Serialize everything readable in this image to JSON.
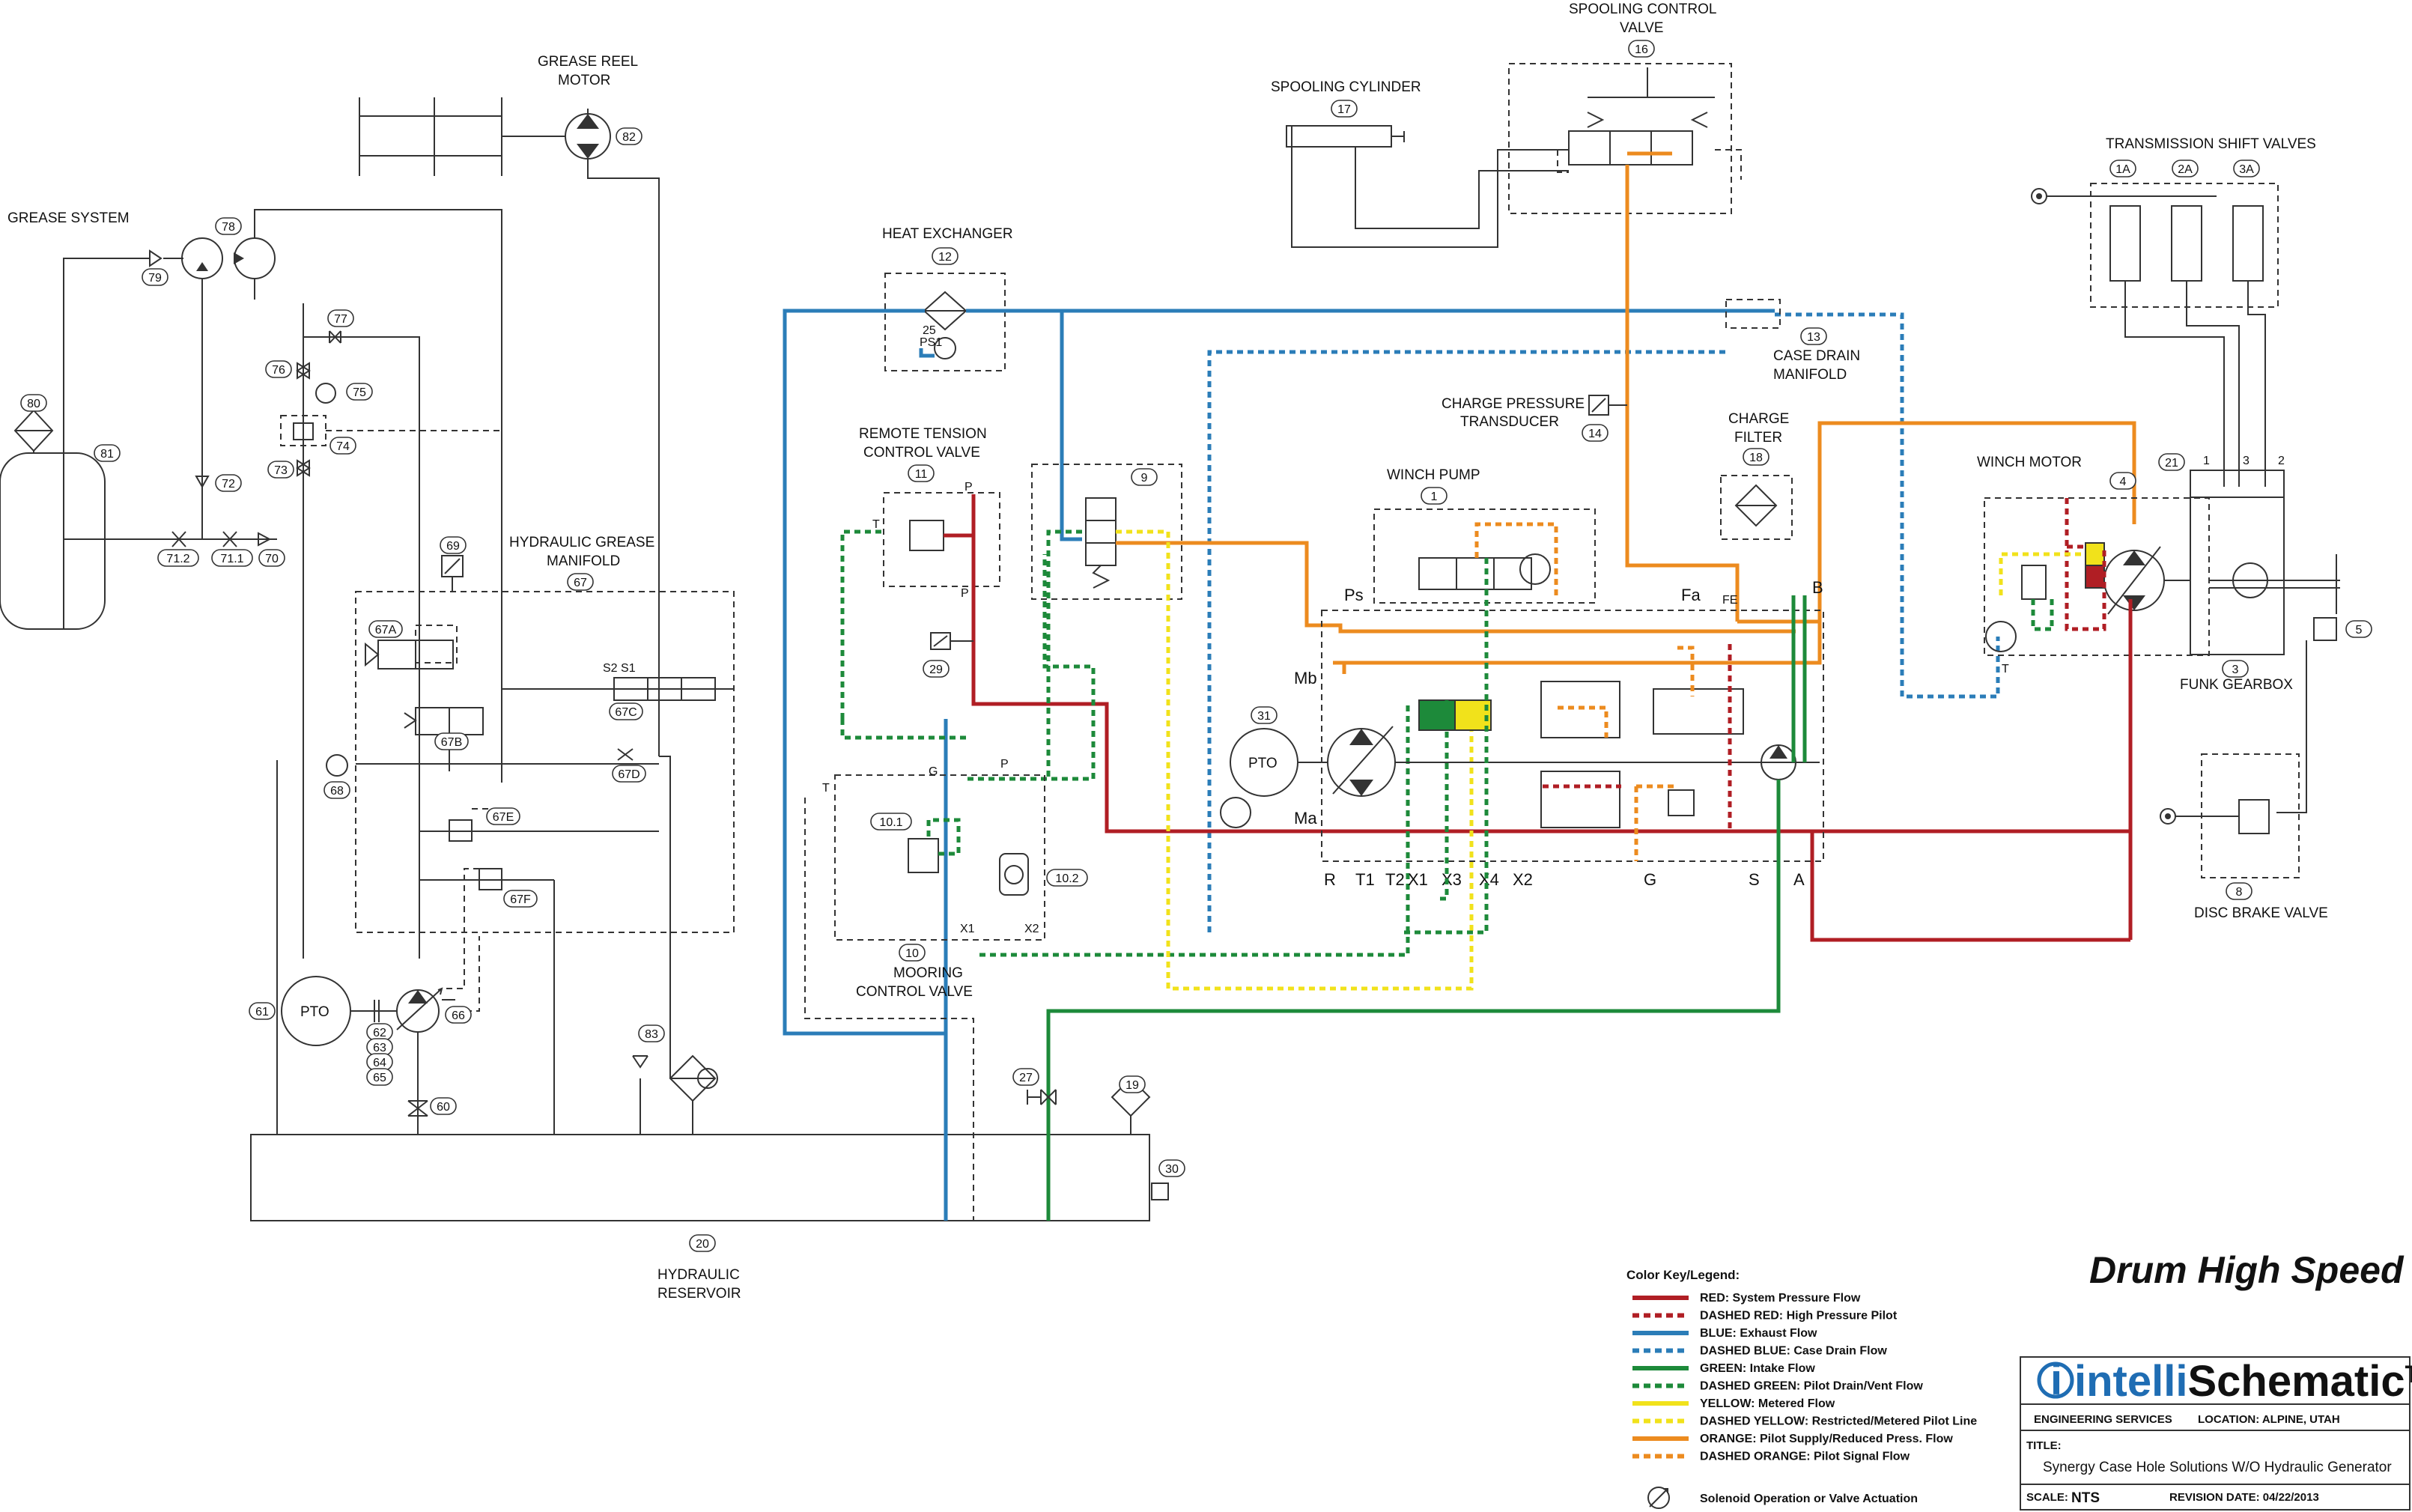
{
  "diagram_title": "Drum High Speed",
  "components": {
    "grease_system": "GREASE SYSTEM",
    "grease_reel_motor": [
      "GREASE REEL",
      "MOTOR"
    ],
    "hydraulic_grease_manifold": [
      "HYDRAULIC GREASE",
      "MANIFOLD"
    ],
    "heat_exchanger": "HEAT EXCHANGER",
    "remote_tension_control_valve": [
      "REMOTE TENSION",
      "CONTROL VALVE"
    ],
    "mooring_control_valve": [
      "MOORING",
      "CONTROL VALVE"
    ],
    "spooling_cylinder": "SPOOLING CYLINDER",
    "spooling_control_valve": [
      "SPOOLING CONTROL",
      "VALVE"
    ],
    "case_drain_manifold": [
      "CASE DRAIN",
      "MANIFOLD"
    ],
    "charge_pressure_transducer": [
      "CHARGE PRESSURE",
      "TRANSDUCER"
    ],
    "charge_filter": [
      "CHARGE",
      "FILTER"
    ],
    "winch_pump": "WINCH PUMP",
    "winch_motor": "WINCH MOTOR",
    "transmission_shift_valves": "TRANSMISSION SHIFT VALVES",
    "funk_gearbox": "FUNK GEARBOX",
    "disc_brake_valve": "DISC BRAKE VALVE",
    "hydraulic_reservoir": [
      "HYDRAULIC",
      "RESERVOIR"
    ],
    "pto": "PTO"
  },
  "tags": {
    "t1": "1",
    "t1A": "1A",
    "t2A": "2A",
    "t3A": "3A",
    "t3": "3",
    "t4": "4",
    "t5": "5",
    "t8": "8",
    "t9": "9",
    "t10": "10",
    "t10_1": "10.1",
    "t10_2": "10.2",
    "t11": "11",
    "t12": "12",
    "t13": "13",
    "t14": "14",
    "t16": "16",
    "t17": "17",
    "t18": "18",
    "t19": "19",
    "t20": "20",
    "t21": "21",
    "t27": "27",
    "t29": "29",
    "t30": "30",
    "t31": "31",
    "t60": "60",
    "t61": "61",
    "t62": "62",
    "t63": "63",
    "t64": "64",
    "t65": "65",
    "t66": "66",
    "t67": "67",
    "t67A": "67A",
    "t67B": "67B",
    "t67C": "67C",
    "t67D": "67D",
    "t67E": "67E",
    "t67F": "67F",
    "t68": "68",
    "t69": "69",
    "t70": "70",
    "t71_1": "71.1",
    "t71_2": "71.2",
    "t72": "72",
    "t73": "73",
    "t74": "74",
    "t75": "75",
    "t76": "76",
    "t77": "77",
    "t78": "78",
    "t79": "79",
    "t80": "80",
    "t81": "81",
    "t82": "82",
    "t83": "83"
  },
  "port_labels": {
    "s2s1": "S2  S1",
    "ps": "Ps",
    "p": "P",
    "t": "T",
    "g": "G",
    "x1": "X1",
    "x2": "X2",
    "pump_bottom": [
      "R",
      "T1",
      "T2",
      "X1",
      "X3",
      "X4",
      "X2",
      "G",
      "S",
      "A"
    ],
    "b": "B",
    "fe": "FE",
    "fa": "Fa",
    "mb": "Mb",
    "ma": "Ma",
    "ps25": [
      "25",
      "PS1"
    ],
    "t_motor": "T",
    "p21": [
      "1",
      "3",
      "2"
    ]
  },
  "legend": {
    "heading": "Color Key/Legend:",
    "items": [
      {
        "label": "RED: System Pressure Flow",
        "color": "#b01e24",
        "style": "solid"
      },
      {
        "label": "DASHED RED: High Pressure Pilot",
        "color": "#b01e24",
        "style": "dashed"
      },
      {
        "label": "BLUE: Exhaust Flow",
        "color": "#2b7db8",
        "style": "solid"
      },
      {
        "label": "DASHED BLUE: Case Drain Flow",
        "color": "#2b7db8",
        "style": "dashed"
      },
      {
        "label": "GREEN: Intake Flow",
        "color": "#1d8a3a",
        "style": "solid"
      },
      {
        "label": "DASHED GREEN: Pilot Drain/Vent Flow",
        "color": "#1d8a3a",
        "style": "dashed"
      },
      {
        "label": "YELLOW: Metered Flow",
        "color": "#f1e21b",
        "style": "solid"
      },
      {
        "label": "DASHED YELLOW: Restricted/Metered Pilot Line",
        "color": "#f1e21b",
        "style": "dashed"
      },
      {
        "label": "ORANGE: Pilot Supply/Reduced Press. Flow",
        "color": "#ec8b1f",
        "style": "solid"
      },
      {
        "label": "DASHED ORANGE: Pilot Signal Flow",
        "color": "#ec8b1f",
        "style": "dashed"
      }
    ],
    "solenoid": "Solenoid Operation or Valve Actuation"
  },
  "title_block": {
    "logo_prefix": "intelli",
    "logo_main": "Schematic",
    "logo_tm": "TM",
    "engineering": "ENGINEERING SERVICES",
    "location": "LOCATION: ALPINE, UTAH",
    "title_label": "TITLE:",
    "title_value": "Synergy Case Hole Solutions W/O Hydraulic Generator",
    "scale_label": "SCALE:",
    "scale_value": "NTS",
    "revision": "REVISION DATE: 04/22/2013"
  }
}
